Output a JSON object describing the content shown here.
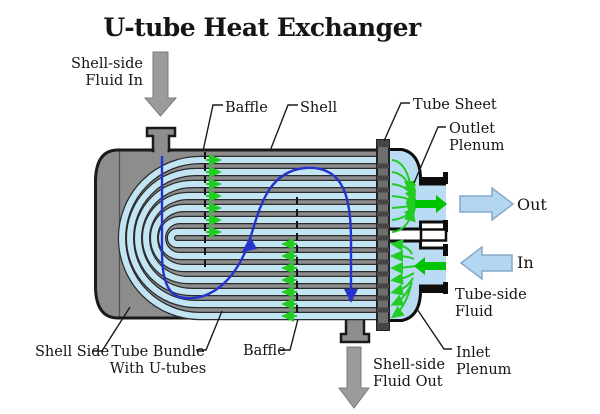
{
  "title": "U-tube Heat Exchanger",
  "labels": {
    "shell_side_fluid_in": [
      "Shell-side",
      "Fluid In"
    ],
    "baffle_top": "Baffle",
    "shell": "Shell",
    "tube_sheet": "Tube Sheet",
    "outlet_plenum": [
      "Outlet",
      "Plenum"
    ],
    "out": "Out",
    "in": "In",
    "tube_side_fluid": [
      "Tube-side",
      "Fluid"
    ],
    "inlet_plenum": [
      "Inlet",
      "Plenum"
    ],
    "shell_side_fluid_out": [
      "Shell-side",
      "Fluid Out"
    ],
    "shell_side": "Shell Side",
    "tube_bundle": [
      "Tube Bundle",
      "With U-tubes"
    ],
    "baffle_bottom": "Baffle"
  },
  "colors": {
    "shell": "#8d8d8d",
    "tube": "#c2e4f3",
    "plenum": "#b9dcf4",
    "green": "#22cc22",
    "thickgreen": "#00c400",
    "flow": "#2433cc",
    "block": "#b3d7f0",
    "outline": "#1a1a1a"
  }
}
